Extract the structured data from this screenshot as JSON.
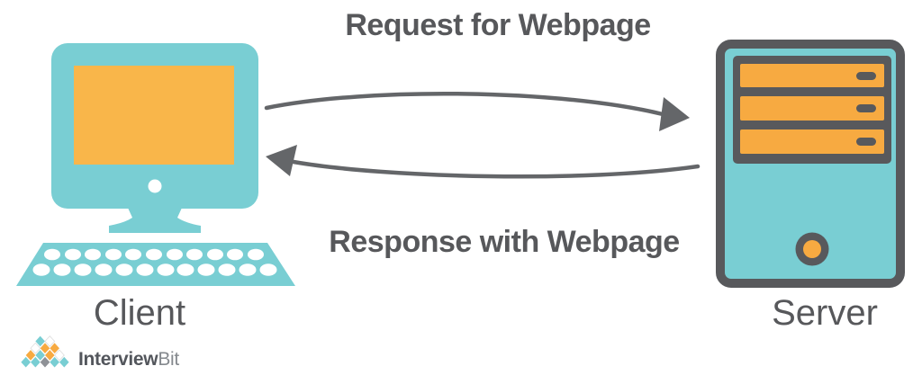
{
  "diagram": {
    "request_label": "Request for Webpage",
    "response_label": "Response with Webpage",
    "client_label": "Client",
    "server_label": "Server"
  },
  "logo": {
    "name_bold": "Interview",
    "name_light": "Bit"
  },
  "icons": [
    "client-computer-icon",
    "server-icon",
    "request-arrow-icon",
    "response-arrow-icon",
    "interviewbit-logo-icon"
  ],
  "colors": {
    "teal": "#79ced3",
    "orange": "#f9b64a",
    "server_orange": "#f7aa41",
    "dark_gray": "#58595c",
    "arrow_gray": "#646669",
    "text_gray": "#57585b",
    "logo_text_dark": "#53565c",
    "logo_text_light": "#85898e",
    "logo_gray_diamond": "#8f9297"
  }
}
